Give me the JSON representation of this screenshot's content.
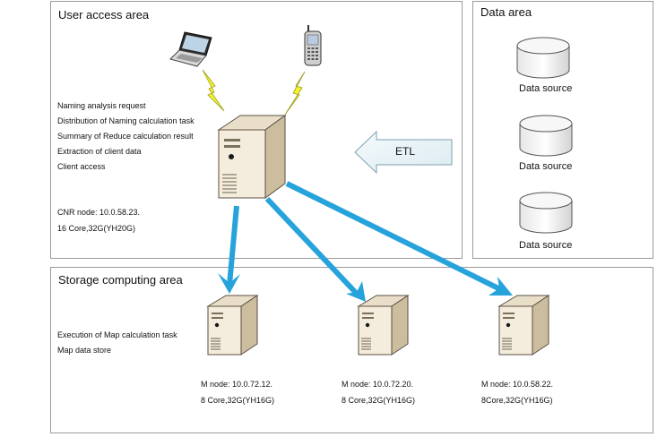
{
  "user_access": {
    "title": "User access area",
    "tasks": [
      "Naming analysis request",
      "Distribution of Naming calculation task",
      "Summary of Reduce calculation result",
      "Extraction of client data",
      "Client access"
    ],
    "node_line1": "CNR node: 10.0.58.23.",
    "node_line2": "16 Core,32G(YH20G)"
  },
  "data_area": {
    "title": "Data area",
    "sources": [
      "Data source",
      "Data source",
      "Data source"
    ]
  },
  "etl_label": "ETL",
  "storage": {
    "title": "Storage computing area",
    "tasks": [
      "Execution of Map calculation task",
      "Map data store"
    ],
    "nodes": [
      {
        "line1": "M node: 10.0.72.12.",
        "line2": "8 Core,32G(YH16G)"
      },
      {
        "line1": "M node: 10.0.72.20.",
        "line2": "8 Core,32G(YH16G)"
      },
      {
        "line1": "M node: 10.0.58.22.",
        "line2": "8Core,32G(YH16G)"
      }
    ]
  },
  "colors": {
    "arrow": "#27a3dc",
    "etl_fill": "#e8f2f6",
    "lightning": "#f5f528",
    "server_front": "#f2ead9",
    "server_side": "#d8ccb2"
  }
}
